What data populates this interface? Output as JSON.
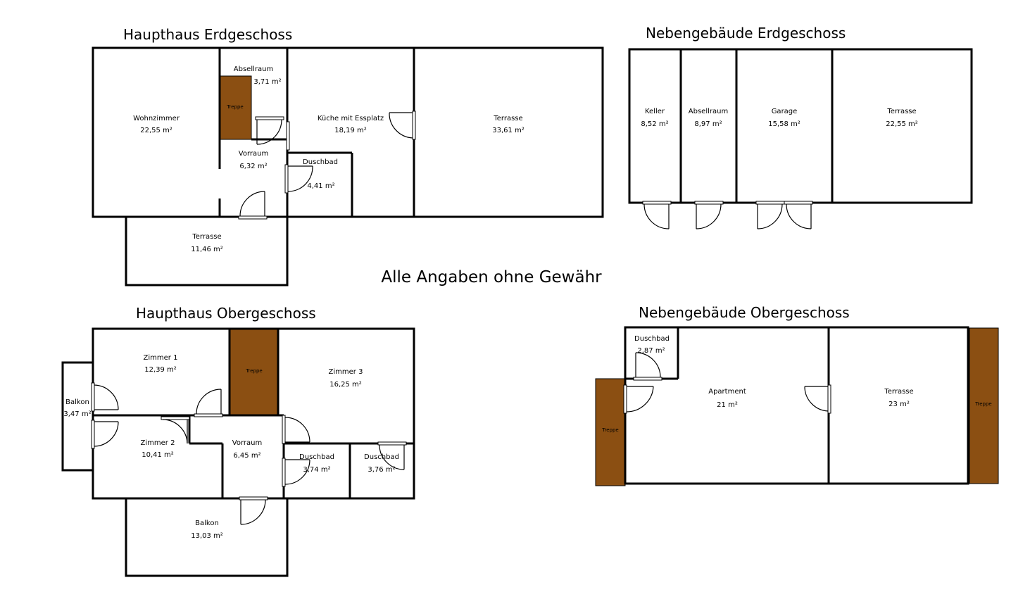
{
  "colors": {
    "stair": "#8b4f12",
    "wall": "#000000",
    "background": "#ffffff"
  },
  "notice": "Alle Angaben ohne Gewähr",
  "floors": {
    "haupthaus_eg": {
      "title": "Haupthaus Erdgeschoss",
      "rooms": {
        "wohnzimmer": {
          "name": "Wohnzimmer",
          "area": "22,55 m²"
        },
        "abstellraum": {
          "name": "Absellraum",
          "area": "3,71 m²"
        },
        "vorraum": {
          "name": "Vorraum",
          "area": "6,32 m²"
        },
        "kueche": {
          "name": "Küche mit Essplatz",
          "area": "18,19 m²"
        },
        "duschbad": {
          "name": "Duschbad",
          "area": "4,41 m²"
        },
        "terrasse_gross": {
          "name": "Terrasse",
          "area": "33,61 m²"
        },
        "terrasse_klein": {
          "name": "Terrasse",
          "area": "11,46 m²"
        }
      },
      "stair_label": "Treppe"
    },
    "nebengebaeude_eg": {
      "title": "Nebengebäude Erdgeschoss",
      "rooms": {
        "keller": {
          "name": "Keller",
          "area": "8,52 m²"
        },
        "abstellraum": {
          "name": "Absellraum",
          "area": "8,97 m²"
        },
        "garage": {
          "name": "Garage",
          "area": "15,58 m²"
        },
        "terrasse": {
          "name": "Terrasse",
          "area": "22,55 m²"
        }
      }
    },
    "haupthaus_og": {
      "title": "Haupthaus Obergeschoss",
      "rooms": {
        "zimmer1": {
          "name": "Zimmer 1",
          "area": "12,39 m²"
        },
        "zimmer2": {
          "name": "Zimmer 2",
          "area": "10,41 m²"
        },
        "zimmer3": {
          "name": "Zimmer 3",
          "area": "16,25 m²"
        },
        "balkon_klein": {
          "name": "Balkon",
          "area": "3,47 m²"
        },
        "vorraum": {
          "name": "Vorraum",
          "area": "6,45 m²"
        },
        "duschbad1": {
          "name": "Duschbad",
          "area": "3,74 m²"
        },
        "duschbad2": {
          "name": "Duschbad",
          "area": "3,76 m²"
        },
        "balkon_gross": {
          "name": "Balkon",
          "area": "13,03 m²"
        }
      },
      "stair_label": "Treppe"
    },
    "nebengebaeude_og": {
      "title": "Nebengebäude Obergeschoss",
      "rooms": {
        "duschbad": {
          "name": "Duschbad",
          "area": "2,87 m²"
        },
        "apartment": {
          "name": "Apartment",
          "area": "21 m²"
        },
        "terrasse": {
          "name": "Terrasse",
          "area": "23 m²"
        }
      },
      "stair_left_label": "Treppe",
      "stair_right_label": "Treppe"
    }
  }
}
